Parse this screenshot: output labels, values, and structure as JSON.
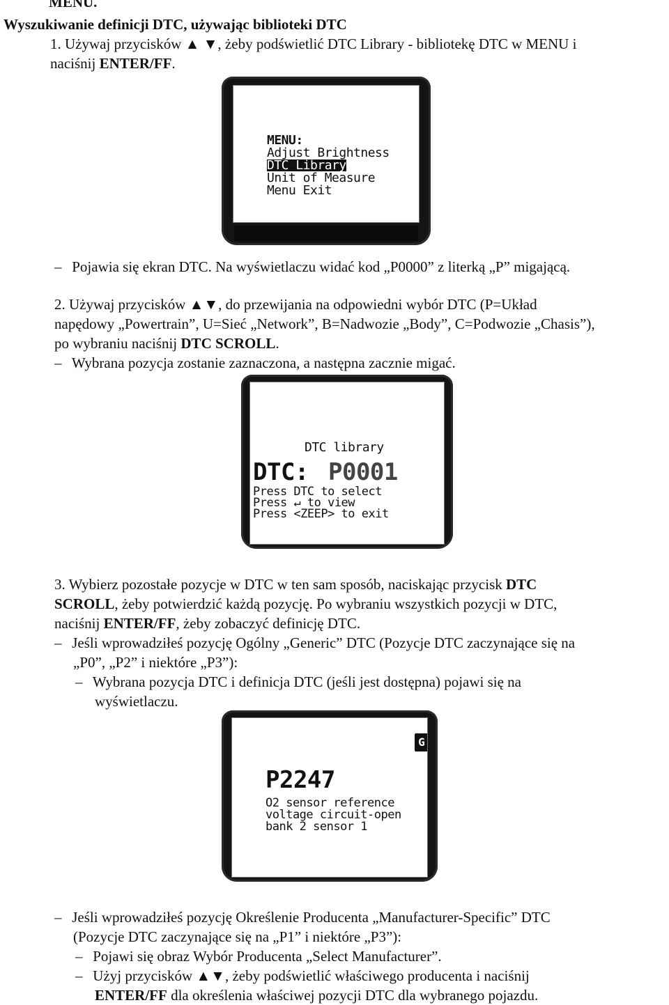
{
  "lines": {
    "l0": "MENU.",
    "l1": "Wyszukiwanie definicji DTC, używając biblioteki DTC",
    "l2": "1. Używaj przycisków ▲ ▼, żeby podświetlić DTC Library - bibliotekę DTC w MENU i",
    "l3a": "naciśnij ",
    "l3b": "ENTER/FF",
    "l3c": ".",
    "l4": "Pojawia się ekran DTC. Na wyświetlaczu widać kod „P0000” z literką „P” migającą.",
    "l5": "2. Używaj przycisków ▲▼,  do przewijania na odpowiedni wybór DTC (P=Układ",
    "l6": "napędowy „Powertrain”, U=Sieć „Network”, B=Nadwozie „Body”, C=Podwozie „Chasis”),",
    "l7a": "po wybraniu naciśnij ",
    "l7b": "DTC SCROLL",
    "l7c": ".",
    "l8": "Wybrana pozycja zostanie zaznaczona, a następna zacznie migać.",
    "l9a": "3. Wybierz pozostałe pozycje w DTC w ten sam sposób, naciskając przycisk ",
    "l9b": "DTC",
    "l10a": "SCROLL",
    "l10b": ", żeby potwierdzić każdą pozycję. Po wybraniu wszystkich pozycji w DTC,",
    "l11a": "naciśnij ",
    "l11b": "ENTER/FF",
    "l11c": ", żeby zobaczyć definicję DTC.",
    "l12": "Jeśli wprowadziłeś pozycję Ogólny „Generic” DTC (Pozycje DTC zaczynające się na",
    "l13": "„P0”, „P2” i niektóre „P3”):",
    "l14": "Wybrana pozycja DTC i definicja DTC (jeśli jest dostępna) pojawi się na",
    "l15": "wyświetlaczu.",
    "l16": "Jeśli wprowadziłeś pozycję Określenie Producenta „Manufacturer-Specific” DTC",
    "l17": "(Pozycje DTC zaczynające się na „P1” i niektóre „P3”):",
    "l18": "Pojawi się obraz Wybór Producenta „Select Manufacturer”.",
    "l19": "Użyj przycisków ▲▼, żeby podświetlić właściwego producenta i naciśnij",
    "l20a": "ENTER/FF",
    "l20b": " dla określenia właściwej pozycji DTC dla wybranego pojazdu."
  },
  "screen1": {
    "menu": "MENU:",
    "item1": "Adjust Brightness",
    "item2": "DTC Library",
    "item3": "Unit of Measure",
    "item4": "Menu Exit"
  },
  "screen2": {
    "title": "DTC library",
    "label": "DTC:",
    "code": "P0001",
    "line1": "Press DTC to select",
    "line2": "Press ↵ to view",
    "line3": "Press <ZEEP> to exit"
  },
  "screen3": {
    "badge": "G",
    "code": "P2247",
    "line1": "O2 sensor reference",
    "line2": "voltage circuit-open",
    "line3": "bank 2 sensor 1"
  }
}
